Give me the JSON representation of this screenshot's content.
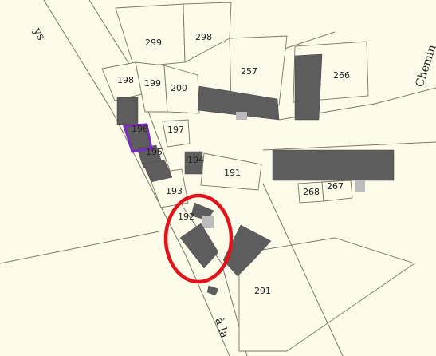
{
  "map": {
    "parcels": [
      "299",
      "298",
      "257",
      "266",
      "198",
      "199",
      "200",
      "197",
      "196",
      "195",
      "194",
      "191",
      "193",
      "192",
      "268",
      "267",
      "291"
    ],
    "roads": {
      "top_left": "ys",
      "right": "Chemin",
      "bottom": "à la"
    },
    "highlight": {
      "selected_parcel": "196",
      "selection_color": "#7a2bc0",
      "circle_color": "#e0141a"
    },
    "colors": {
      "background": "#fdfbe9",
      "building": "#5d5d5d",
      "line": "#7a7a66"
    }
  }
}
